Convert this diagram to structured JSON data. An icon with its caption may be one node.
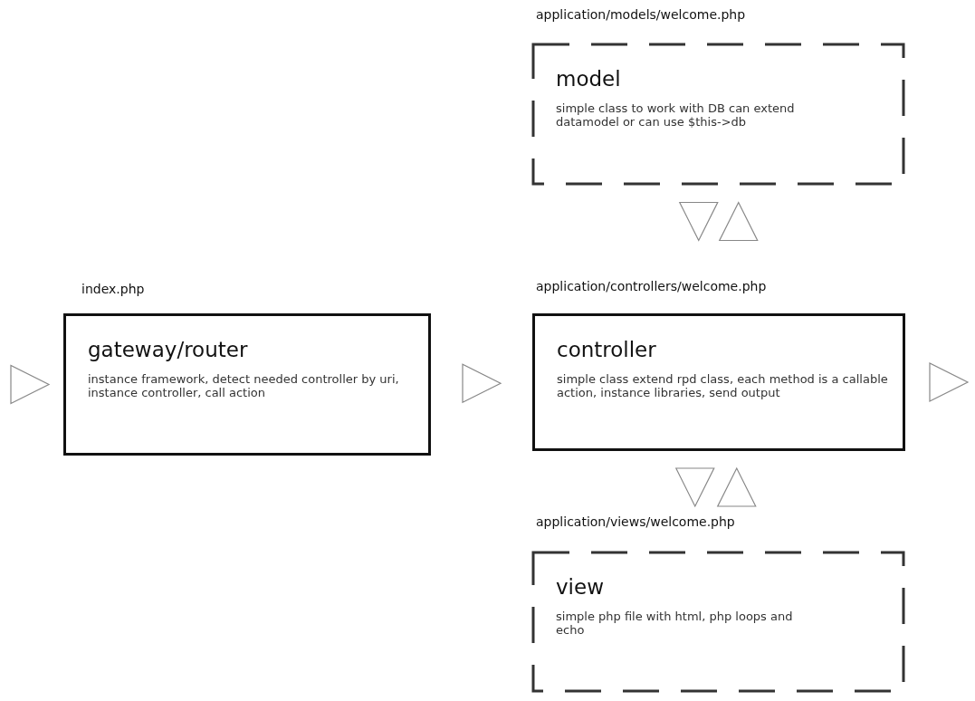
{
  "diagram": {
    "nodes": [
      {
        "text": [
          "index.php",
          "gateway/router",
          "instance framework, detect needed controller by uri, instance controller, call action"
        ]
      },
      {
        "text": [
          "application/models/welcome.php",
          "model",
          "simple class to work with DB can extend datamodel or can use $this->db"
        ]
      },
      {
        "text": [
          "application/controllers/welcome.php",
          "controller",
          "simple class extend rpd class, each method is a callable action, instance libraries, send output"
        ]
      },
      {
        "text": [
          "application/views/welcome.php",
          "view",
          "simple php file with html, php loops and echo"
        ]
      }
    ],
    "edges": [
      {
        "from": null,
        "to": 0,
        "arrow": "to"
      },
      {
        "from": 0,
        "to": 2,
        "arrow": "to"
      },
      {
        "from": 2,
        "to": null,
        "arrow": "to"
      },
      {
        "from": 1,
        "to": 2,
        "arrow": "to"
      },
      {
        "from": 2,
        "to": 1,
        "arrow": "to"
      },
      {
        "from": 2,
        "to": 3,
        "arrow": "to"
      },
      {
        "from": 3,
        "to": 2,
        "arrow": "to"
      }
    ]
  }
}
